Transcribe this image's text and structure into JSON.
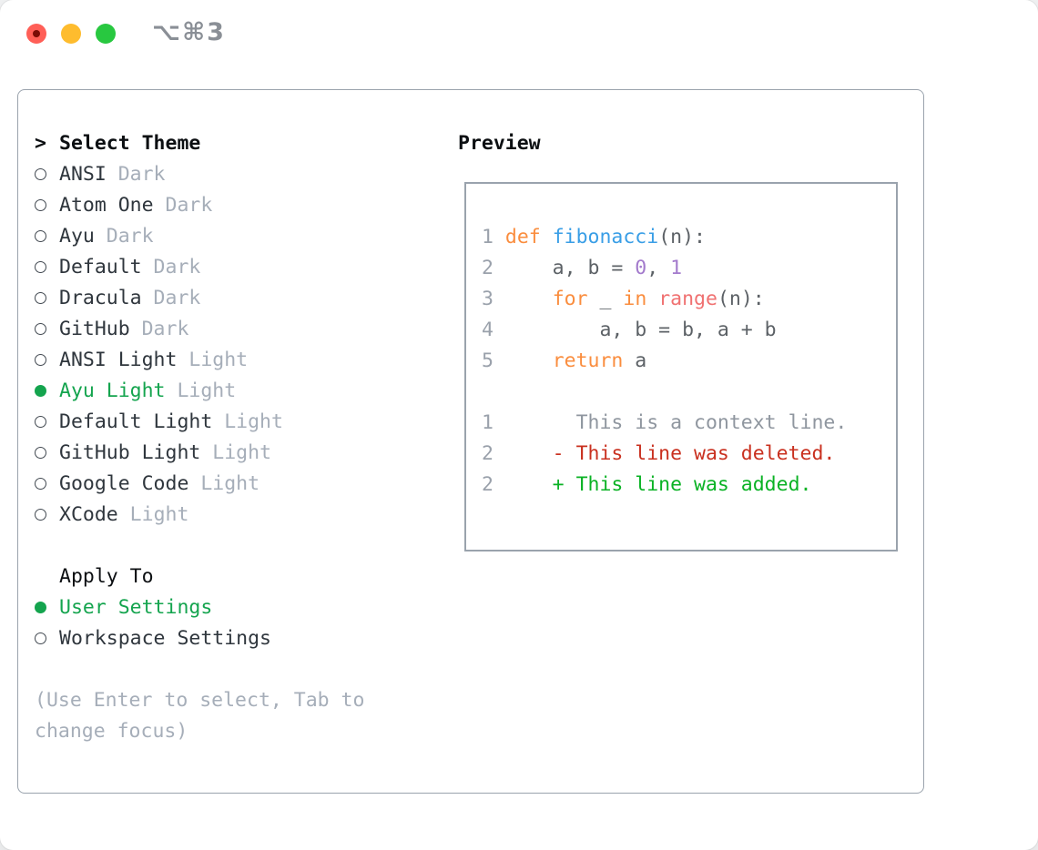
{
  "titlebar": {
    "shortcut": "⌥⌘3"
  },
  "theme_panel": {
    "title_prefix": ">",
    "title": "Select Theme",
    "themes": [
      {
        "name": "ANSI",
        "variant": "Dark",
        "selected": false
      },
      {
        "name": "Atom One",
        "variant": "Dark",
        "selected": false
      },
      {
        "name": "Ayu",
        "variant": "Dark",
        "selected": false
      },
      {
        "name": "Default",
        "variant": "Dark",
        "selected": false
      },
      {
        "name": "Dracula",
        "variant": "Dark",
        "selected": false
      },
      {
        "name": "GitHub",
        "variant": "Dark",
        "selected": false
      },
      {
        "name": "ANSI Light",
        "variant": "Light",
        "selected": false
      },
      {
        "name": "Ayu Light",
        "variant": "Light",
        "selected": true
      },
      {
        "name": "Default Light",
        "variant": "Light",
        "selected": false
      },
      {
        "name": "GitHub Light",
        "variant": "Light",
        "selected": false
      },
      {
        "name": "Google Code",
        "variant": "Light",
        "selected": false
      },
      {
        "name": "XCode",
        "variant": "Light",
        "selected": false
      }
    ],
    "apply_to": {
      "title": "Apply To",
      "options": [
        {
          "label": "User Settings",
          "selected": true
        },
        {
          "label": "Workspace Settings",
          "selected": false
        }
      ]
    },
    "help": "(Use Enter to select, Tab to change focus)"
  },
  "preview": {
    "title": "Preview",
    "lines": [
      {
        "n": "1",
        "s": [
          [
            "def ",
            "keyword"
          ],
          [
            "fibonacci",
            "function"
          ],
          [
            "(n):",
            "code_fg"
          ]
        ]
      },
      {
        "n": "2",
        "s": [
          [
            "    a, b = ",
            "code_fg"
          ],
          [
            "0",
            "number"
          ],
          [
            ", ",
            "code_fg"
          ],
          [
            "1",
            "number"
          ]
        ]
      },
      {
        "n": "3",
        "s": [
          [
            "    ",
            "code_fg"
          ],
          [
            "for",
            "keyword"
          ],
          [
            " _ ",
            "code_fg"
          ],
          [
            "in",
            "keyword"
          ],
          [
            " ",
            "code_fg"
          ],
          [
            "range",
            "special"
          ],
          [
            "(n):",
            "code_fg"
          ]
        ]
      },
      {
        "n": "4",
        "s": [
          [
            "        a, b = b, a + b",
            "code_fg"
          ]
        ]
      },
      {
        "n": "5",
        "s": [
          [
            "    ",
            "code_fg"
          ],
          [
            "return",
            "keyword"
          ],
          [
            " a",
            "code_fg"
          ]
        ]
      },
      {
        "n": "",
        "s": []
      },
      {
        "n": "1",
        "s": [
          [
            "      This is a context line.",
            "context"
          ]
        ]
      },
      {
        "n": "2",
        "s": [
          [
            "    - This line was deleted.",
            "deleted"
          ]
        ]
      },
      {
        "n": "2",
        "s": [
          [
            "    + This line was added.",
            "added"
          ]
        ]
      }
    ]
  },
  "colors": {
    "window_bg": "#ffffff",
    "panel_border": "#9aa3ad",
    "heading": "#0c0f12",
    "text": "#2f363d",
    "muted": "#a6aeb9",
    "select_green": "#14a44e",
    "traffic_red": "#ff5f57",
    "traffic_red_dot": "#7a0c06",
    "traffic_yellow": "#febc2e",
    "traffic_green": "#28c840",
    "titlebar_text": "#8a8f96",
    "line_number": "#9aa1ab",
    "code_fg": "#5c6166",
    "keyword": "#fa8d3e",
    "function": "#399ee6",
    "special": "#f07171",
    "number": "#a37acc",
    "context": "#8f969f",
    "deleted": "#c9301f",
    "added": "#0ab224"
  }
}
